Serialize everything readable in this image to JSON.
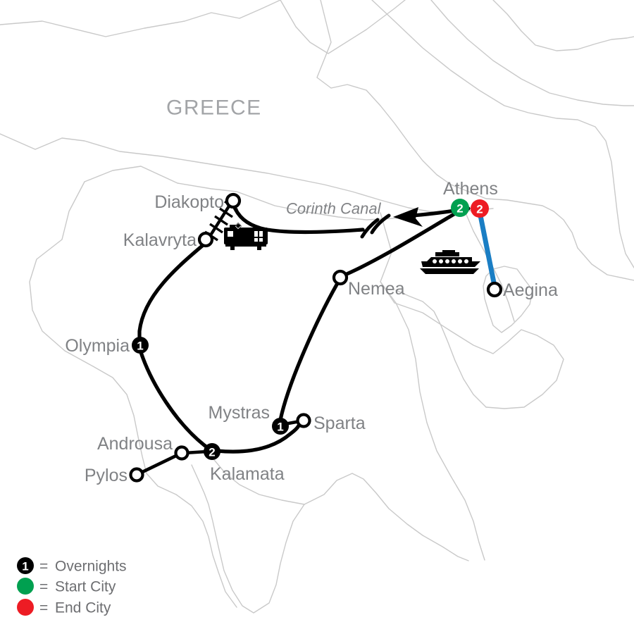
{
  "map": {
    "country_label": "GREECE",
    "canal_label": "Corinth Canal",
    "cities": [
      {
        "name": "Diakopto",
        "marker": "hollow",
        "number": ""
      },
      {
        "name": "Kalavryta",
        "marker": "hollow",
        "number": ""
      },
      {
        "name": "Olympia",
        "marker": "overnight",
        "number": "1"
      },
      {
        "name": "Androusa",
        "marker": "hollow",
        "number": ""
      },
      {
        "name": "Pylos",
        "marker": "hollow",
        "number": ""
      },
      {
        "name": "Kalamata",
        "marker": "overnight",
        "number": "2"
      },
      {
        "name": "Mystras",
        "marker": "overnight",
        "number": "1"
      },
      {
        "name": "Sparta",
        "marker": "hollow",
        "number": ""
      },
      {
        "name": "Nemea",
        "marker": "hollow",
        "number": ""
      },
      {
        "name": "Athens",
        "marker": "start-end",
        "number": "2"
      },
      {
        "name": "Aegina",
        "marker": "hollow",
        "number": ""
      }
    ],
    "athens_start_number": "2",
    "athens_end_number": "2",
    "icons": {
      "train": "rack-railway-train-icon",
      "ferry": "ferry-ship-icon",
      "arrow": "direction-arrow-icon"
    }
  },
  "legend": {
    "items": [
      {
        "symbol": "overnight-dot",
        "number": "1",
        "equals": "=",
        "label": "Overnights"
      },
      {
        "symbol": "green-dot",
        "number": "",
        "equals": "=",
        "label": "Start City"
      },
      {
        "symbol": "red-dot",
        "number": "",
        "equals": "=",
        "label": "End City"
      }
    ]
  },
  "colors": {
    "start": "#00a050",
    "end": "#ed1c24",
    "ferry": "#1a7ec4",
    "route": "#000000",
    "coast": "#c9c9c9",
    "label": "#808285"
  }
}
